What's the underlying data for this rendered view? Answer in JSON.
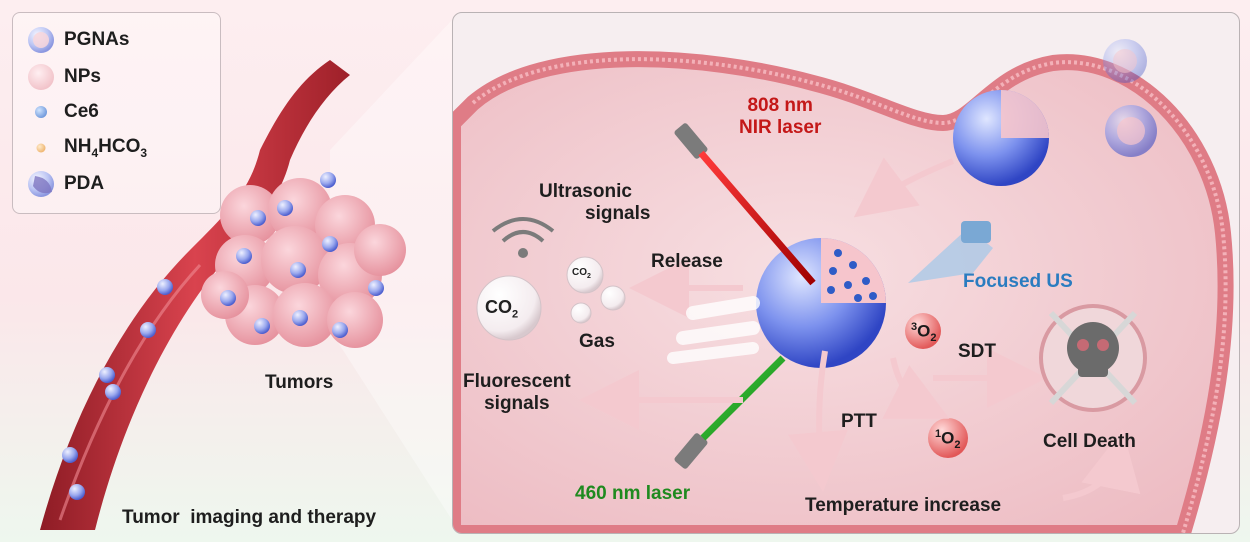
{
  "legend": {
    "items": [
      {
        "label": "PGNAs",
        "icon": "pgna-particle-icon"
      },
      {
        "label": "NPs",
        "icon": "np-sphere-icon"
      },
      {
        "label": "Ce6",
        "icon": "ce6-dot-icon"
      },
      {
        "label_main": "NH",
        "label_sub1": "4",
        "label_mid": "HCO",
        "label_sub2": "3",
        "icon": "ammonium-bicarbonate-dot-icon"
      },
      {
        "label": "PDA",
        "icon": "pda-shell-icon"
      }
    ]
  },
  "left": {
    "tumors_label": "Tumors",
    "caption": "Tumor  imaging and therapy"
  },
  "panel": {
    "laser_808": {
      "line1": "808 nm",
      "line2": "NIR laser"
    },
    "laser_460": "460 nm laser",
    "ultrasonic": {
      "line1": "Ultrasonic",
      "line2": "signals"
    },
    "release": "Release",
    "gas": "Gas",
    "co2_big": {
      "main": "CO",
      "sub": "2"
    },
    "co2_small": {
      "main": "CO",
      "sub": "2"
    },
    "fluorescent": {
      "line1": "Fluorescent",
      "line2": "signals"
    },
    "focused_us": "Focused US",
    "triplet_oxygen": {
      "sup": "3",
      "main": "O",
      "sub": "2"
    },
    "singlet_oxygen": {
      "sup": "1",
      "main": "O",
      "sub": "2"
    },
    "sdt": "SDT",
    "ptt": "PTT",
    "cell_death": "Cell Death",
    "temperature": "Temperature increase"
  },
  "colors": {
    "laser_808": "#c41818",
    "laser_460": "#1f8a1f",
    "focused_us": "#2a7cc0",
    "vessel": "#c9343f",
    "membrane": "#e0707a",
    "particle_blue": "#5b74d8"
  }
}
